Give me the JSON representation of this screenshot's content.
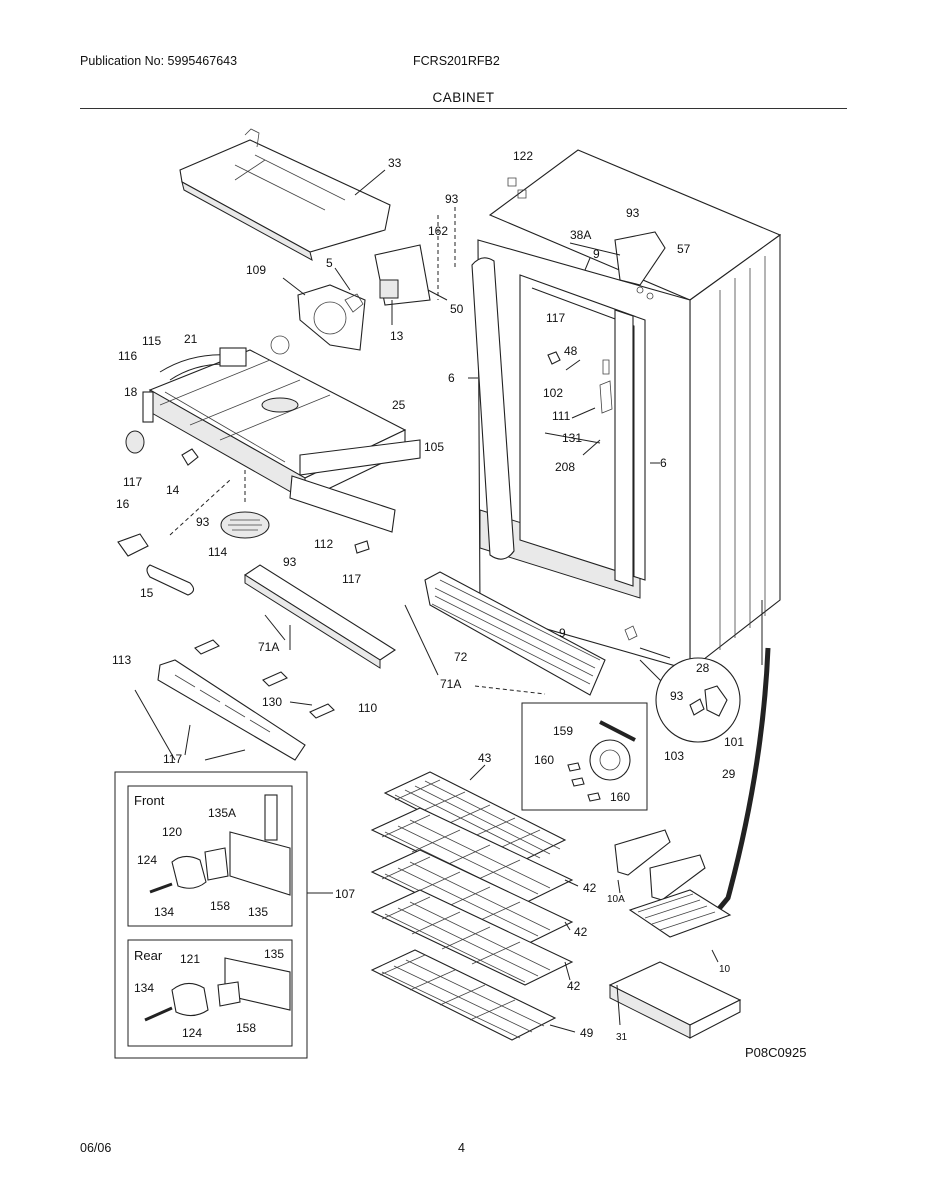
{
  "header": {
    "publication": "Publication No: 5995467643",
    "model": "FCRS201RFB2",
    "section_title": "CABINET"
  },
  "footer": {
    "date": "06/06",
    "page_number": "4",
    "figure_code": "P08C0925"
  },
  "callouts": {
    "c33": "33",
    "c122": "122",
    "c93a": "93",
    "c162": "162",
    "c5": "5",
    "c109": "109",
    "c93b": "93",
    "c38a": "38A",
    "c9a": "9",
    "c57": "57",
    "c50": "50",
    "c13": "13",
    "c115": "115",
    "c21": "21",
    "c116": "116",
    "c117a": "117",
    "c48": "48",
    "c6a": "6",
    "c18": "18",
    "c102": "102",
    "c25": "25",
    "c111": "111",
    "c131": "131",
    "c105": "105",
    "c208": "208",
    "c6b": "6",
    "c117b": "117",
    "c14": "14",
    "c16": "16",
    "c93c": "93",
    "c112": "112",
    "c114": "114",
    "c93d": "93",
    "c117c": "117",
    "c15": "15",
    "c9b": "9",
    "c71a1": "71A",
    "c113": "113",
    "c72": "72",
    "c28": "28",
    "c71a2": "71A",
    "c130": "130",
    "c110": "110",
    "c93e": "93",
    "c101": "101",
    "c103": "103",
    "c159": "159",
    "c160a": "160",
    "c160b": "160",
    "c29": "29",
    "c117d": "117",
    "c43": "43",
    "c42a": "42",
    "c42b": "42",
    "c42c": "42",
    "c49": "49",
    "c31": "31",
    "c10a": "10A",
    "c10": "10",
    "c107": "107"
  },
  "inset_front": {
    "heading": "Front",
    "l135a": "135A",
    "l120": "120",
    "l124": "124",
    "l134": "134",
    "l158": "158",
    "l135": "135"
  },
  "inset_rear": {
    "heading": "Rear",
    "l121": "121",
    "l135": "135",
    "l134": "134",
    "l124": "124",
    "l158": "158"
  }
}
